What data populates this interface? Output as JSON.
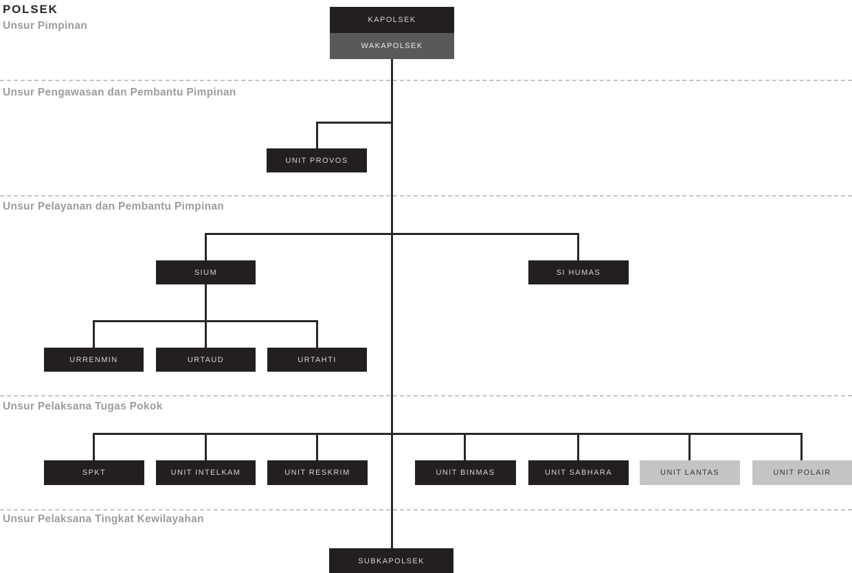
{
  "title": "POLSEK",
  "sections": [
    {
      "label": "Unsur Pimpinan"
    },
    {
      "label": "Unsur Pengawasan dan Pembantu Pimpinan"
    },
    {
      "label": "Unsur Pelayanan dan Pembantu Pimpinan"
    },
    {
      "label": "Unsur Pelaksana Tugas Pokok"
    },
    {
      "label": "Unsur Pelaksana Tingkat Kewilayahan"
    }
  ],
  "nodes": {
    "kapolsek": "KAPOLSEK",
    "wakapolsek": "WAKAPOLSEK",
    "unit_provos": "UNIT PROVOS",
    "sium": "SIUM",
    "si_humas": "SI HUMAS",
    "urrenmin": "URRENMIN",
    "urtaud": "URTAUD",
    "urtahti": "URTAHTI",
    "spkt": "SPKT",
    "unit_intelkam": "UNIT INTELKAM",
    "unit_reskrim": "UNIT RESKRIM",
    "unit_binmas": "UNIT BINMAS",
    "unit_sabhara": "UNIT SABHARA",
    "unit_lantas": "UNIT LANTAS",
    "unit_polair": "UNIT POLAIR",
    "subkapolsek": "SUBKAPOLSEK"
  },
  "org": {
    "unsur_pimpinan": [
      "KAPOLSEK",
      "WAKAPOLSEK"
    ],
    "unsur_pengawasan_dan_pembantu_pimpinan": [
      "UNIT PROVOS"
    ],
    "unsur_pelayanan_dan_pembantu_pimpinan": [
      "SIUM",
      "SI HUMAS"
    ],
    "sium_subunits": [
      "URRENMIN",
      "URTAUD",
      "URTAHTI"
    ],
    "unsur_pelaksana_tugas_pokok": [
      "SPKT",
      "UNIT INTELKAM",
      "UNIT RESKRIM",
      "UNIT BINMAS",
      "UNIT SABHARA",
      "UNIT LANTAS",
      "UNIT POLAIR"
    ],
    "unsur_pelaksana_tingkat_kewilayahan": [
      "SUBKAPOLSEK"
    ]
  },
  "colors": {
    "bg": "#ffffff",
    "title": "#2b2627",
    "heading": "#9c9c9c",
    "divider": "#c2c2c2",
    "line": "#2b2627",
    "box_dark": "#231f20",
    "box_dark_text": "#d6d4d4",
    "box_gray": "#59595b",
    "box_gray_text": "#ececec",
    "box_light": "#c5c4c4",
    "box_light_text": "#393536"
  }
}
